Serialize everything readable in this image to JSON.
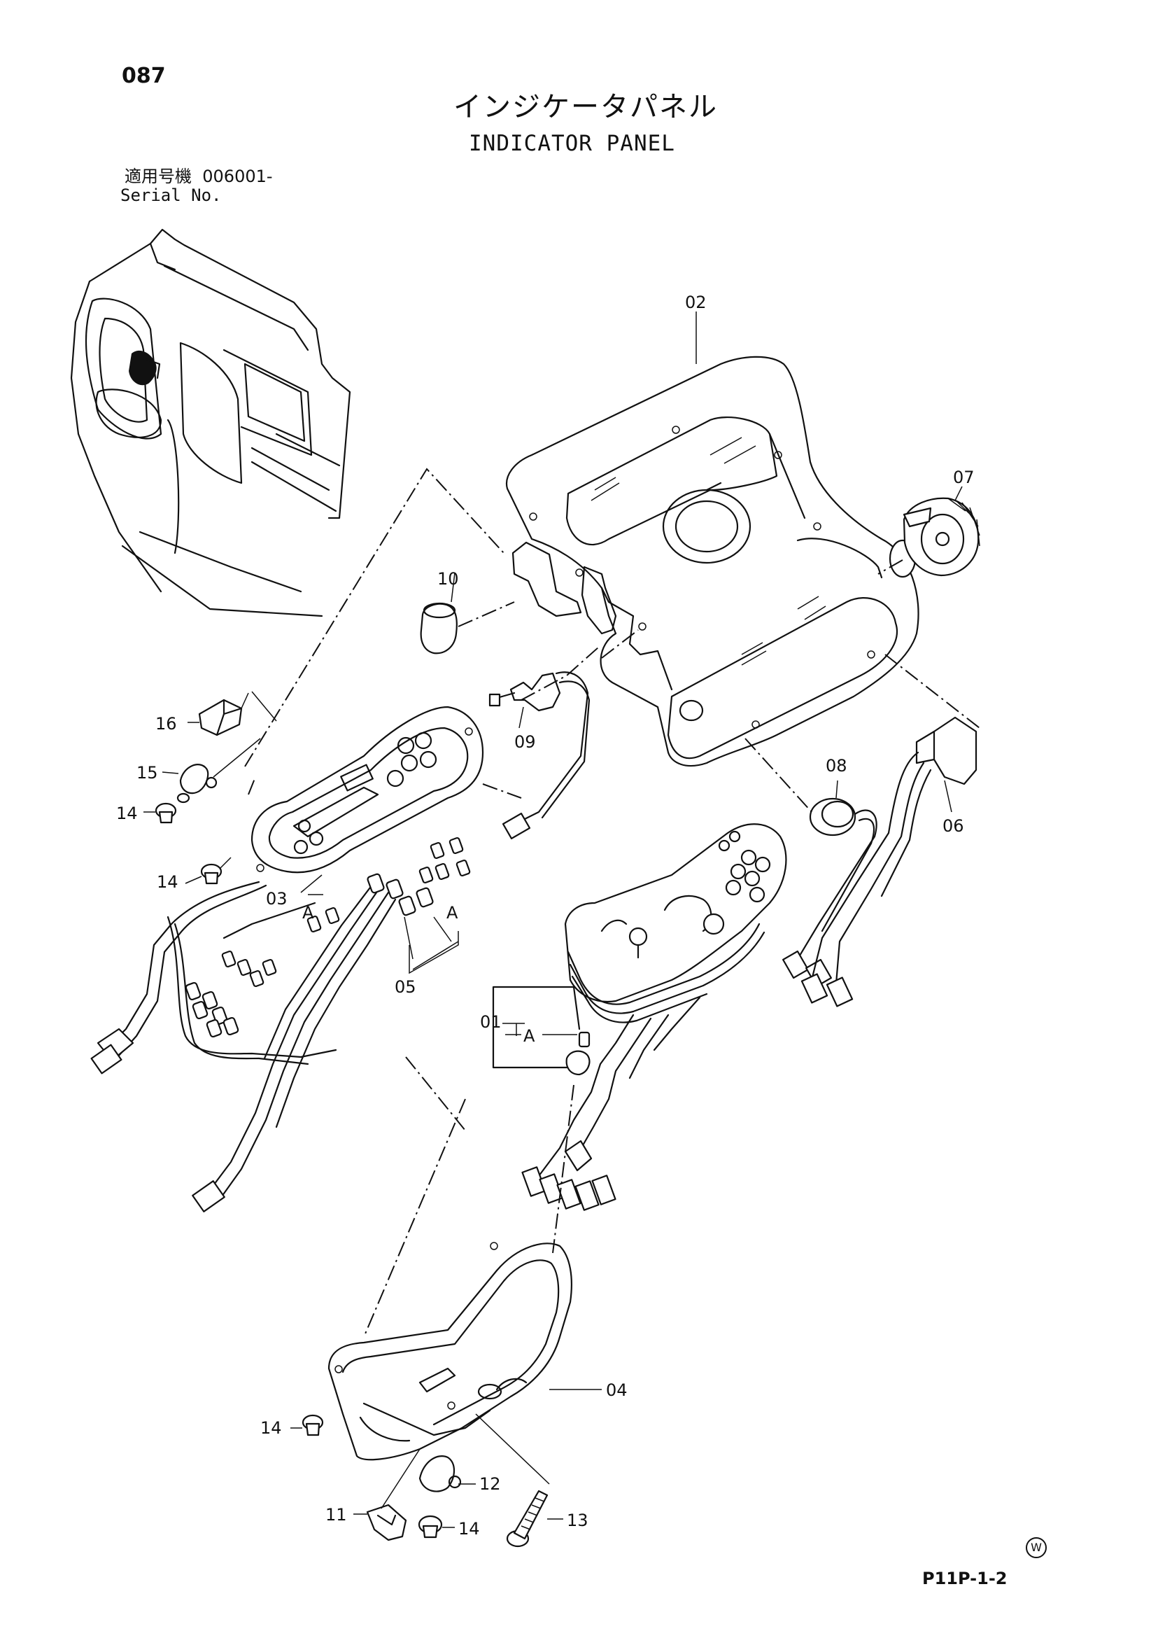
{
  "page_number": "087",
  "title_jp": "インジケータパネル",
  "title_en": "INDICATOR PANEL",
  "serial": {
    "label_jp": "適用号機",
    "value": "006001-",
    "label_en": "Serial No."
  },
  "doc_code": "P11P-1-2",
  "mark": "W",
  "callouts": {
    "c01": "01",
    "c02": "02",
    "c03": "03",
    "c04": "04",
    "c05": "05",
    "c06": "06",
    "c07": "07",
    "c08": "08",
    "c09": "09",
    "c10": "10",
    "c11": "11",
    "c12": "12",
    "c13": "13",
    "c14a": "14",
    "c14b": "14",
    "c14c": "14",
    "c14d": "14",
    "c15": "15",
    "c16": "16",
    "ref_a1": "A",
    "ref_a2": "A",
    "ref_a3": "A"
  }
}
